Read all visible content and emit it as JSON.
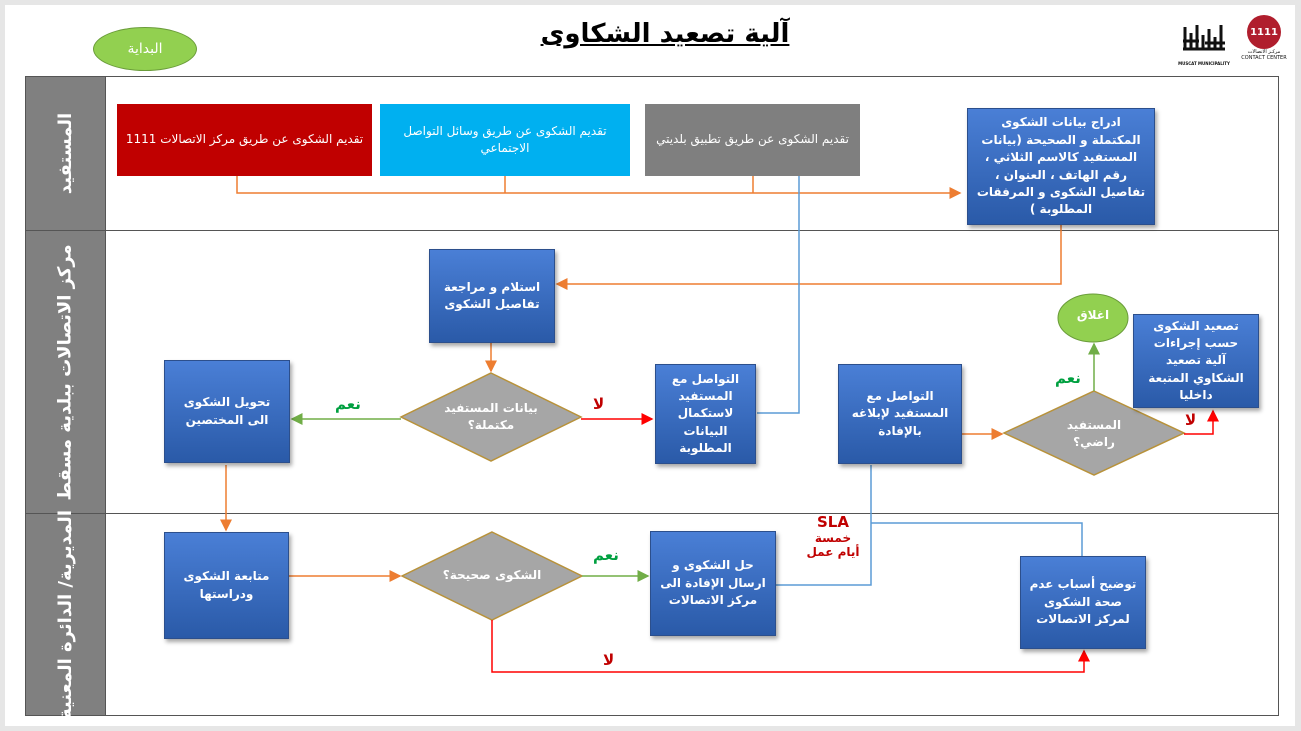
{
  "title": "آلية تصعيد الشكاوى",
  "start_label": "البداية",
  "close_label": "اغلاق",
  "logos": {
    "muscat_caption": "MUSCAT MUNICIPALITY",
    "contact_number": "1111",
    "contact_caption_ar": "مركـز الاتصالات",
    "contact_caption_en": "CONTACT CENTER"
  },
  "lanes": [
    {
      "label": "المستفيد"
    },
    {
      "label": "مركز الاتصالات ببلدية مسقط"
    },
    {
      "label": "المديرية/ الدائرة المعنية"
    }
  ],
  "nodes": {
    "submit_contact": "تقديم الشكوى عن طريق مركز الاتصالات 1111",
    "submit_social": "تقديم الشكوى عن طريق وسائل التواصل الاجتماعي",
    "submit_app": "تقديم الشكوى عن طريق تطبيق بلديتي",
    "enter_data": "ادراج بيانات الشكوى المكتملة و الصحيحة (بيانات المستفيد كالاسم الثلاثي ، رقم الهاتف ، العنوان ، تفاصيل الشكوى و المرفقات المطلوبة )",
    "receive_review": "استلام و مراجعة تفاصيل الشكوى",
    "data_complete": "بيانات المستفيد مكتملة؟",
    "contact_complete": "التواصل مع المستفيد لاستكمال البيانات المطلوبة",
    "transfer": "تحويل الشكوى الى المختصين",
    "contact_inform": "التواصل مع المستفيد لإبلاغه بالإفادة",
    "satisfied": "المستفيد راضي؟",
    "escalate": "تصعيد الشكوى حسب إجراءات آلية تصعيد الشكاوي المتبعة داخليا",
    "follow_up": "متابعة الشكوى ودراستها",
    "correct": "الشكوى صحيحة؟",
    "resolve": "حل الشكوى و ارسال الإفادة الى مركز الاتصالات",
    "explain": "توضيح أسباب عدم صحة الشكوى لمركز الاتصالات"
  },
  "labels": {
    "yes": "نعم",
    "no": "لا",
    "sla_1": "SLA",
    "sla_2": "خمسة",
    "sla_3": "أيام عمل"
  },
  "colors": {
    "accent_blue": "#2f5fb3",
    "red": "#c00000",
    "cyan": "#00b0f0",
    "gray": "#7f7f7f",
    "diamond": "#a6a6a6",
    "diamond_border": "#b8923a",
    "green_ellipse": "#92d050",
    "orange_line": "#ed7d31",
    "green_line": "#70ad47",
    "red_line": "#ff0000",
    "blue_line": "#5b9bd5"
  }
}
